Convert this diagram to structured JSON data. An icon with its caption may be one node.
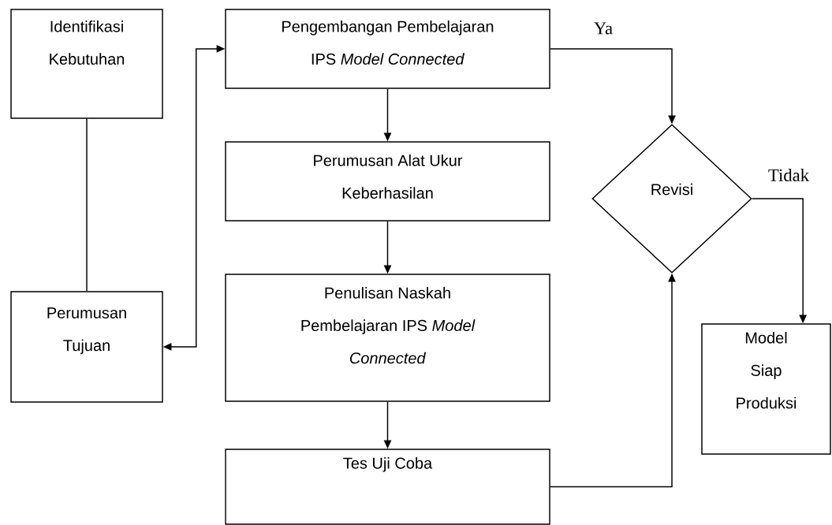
{
  "diagram": {
    "nodes": [
      {
        "text": [
          "Identifikasi Kebutuhan"
        ]
      },
      {
        "text": [
          "Perumusan Tujuan"
        ]
      },
      {
        "text": [
          "Pengembangan Pembelajaran IPS *Model Connected*"
        ]
      },
      {
        "text": [
          "Perumusan Alat Ukur Keberhasilan"
        ]
      },
      {
        "text": [
          "Penulisan Naskah Pembelajaran IPS *Model Connected*"
        ]
      },
      {
        "text": [
          "Tes Uji Coba"
        ]
      },
      {
        "text": [
          "Revisi"
        ]
      },
      {
        "text": [
          "Model Siap Produksi"
        ]
      }
    ],
    "edges": [
      {
        "from": 0,
        "to": 1,
        "arrow": "none"
      },
      {
        "from": 1,
        "to": 2,
        "arrow": "both"
      },
      {
        "from": 2,
        "to": 3,
        "arrow": "to"
      },
      {
        "from": 3,
        "to": 4,
        "arrow": "to"
      },
      {
        "from": 4,
        "to": 5,
        "arrow": "to"
      },
      {
        "from": 2,
        "to": 6,
        "arrow": "to",
        "label": "Ya"
      },
      {
        "from": 6,
        "to": 7,
        "arrow": "to",
        "label": "Tidak"
      },
      {
        "from": 5,
        "to": 6,
        "arrow": "to"
      }
    ]
  }
}
